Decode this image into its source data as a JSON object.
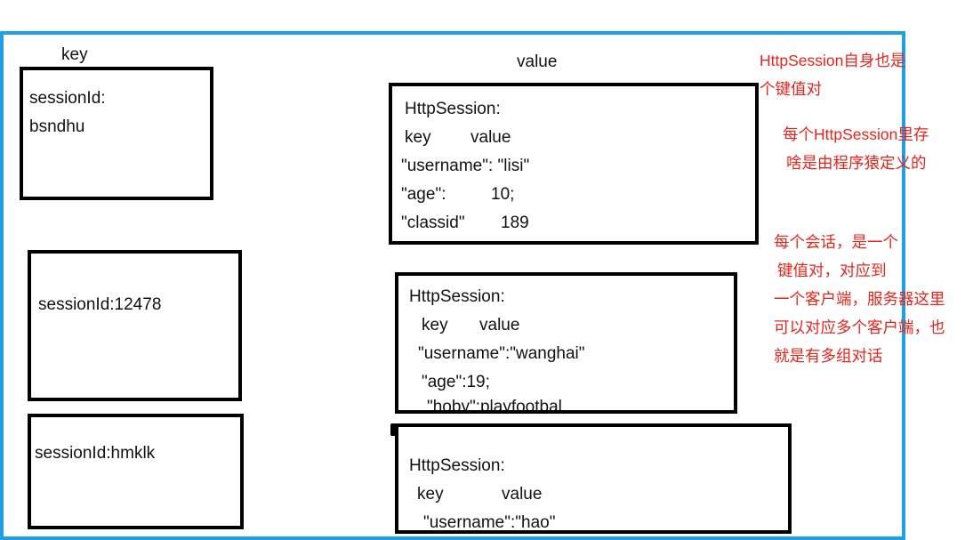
{
  "headers": {
    "key": "key",
    "value": "value"
  },
  "keys": [
    {
      "line1": "sessionId:",
      "line2": "bsndhu"
    },
    {
      "line1": "sessionId:12478"
    },
    {
      "line1": "sessionId:hmklk"
    }
  ],
  "sessions": [
    {
      "title": "HttpSession:",
      "header": {
        "key": "key",
        "value": "value"
      },
      "rows": [
        "\"username\":  \"lisi\"",
        "\"age\":",
        "10;",
        "\"classid\"",
        "189"
      ]
    },
    {
      "title": "HttpSession:",
      "header": {
        "key": "key",
        "value": "value"
      },
      "rows": [
        "\"username\":\"wanghai\"",
        "\"age\":19;",
        "\"hoby\":playfootbal"
      ]
    },
    {
      "title": "HttpSession:",
      "header": {
        "key": "key",
        "value": "value"
      },
      "rows": [
        "\"username\":\"hao\""
      ]
    }
  ],
  "notes": {
    "n1": [
      "HttpSession自身也是",
      "个键值对"
    ],
    "n2": [
      "每个HttpSession里存",
      "啥是由程序猿定义的"
    ],
    "n3": [
      "每个会话，是一个",
      "键值对，对应到",
      "一个客户端，服务器这里",
      "可以对应多个客户端，也",
      "就是有多组对话"
    ]
  },
  "colors": {
    "frame": "#1ea0e6",
    "note": "#e8241c",
    "box": "#000000"
  }
}
